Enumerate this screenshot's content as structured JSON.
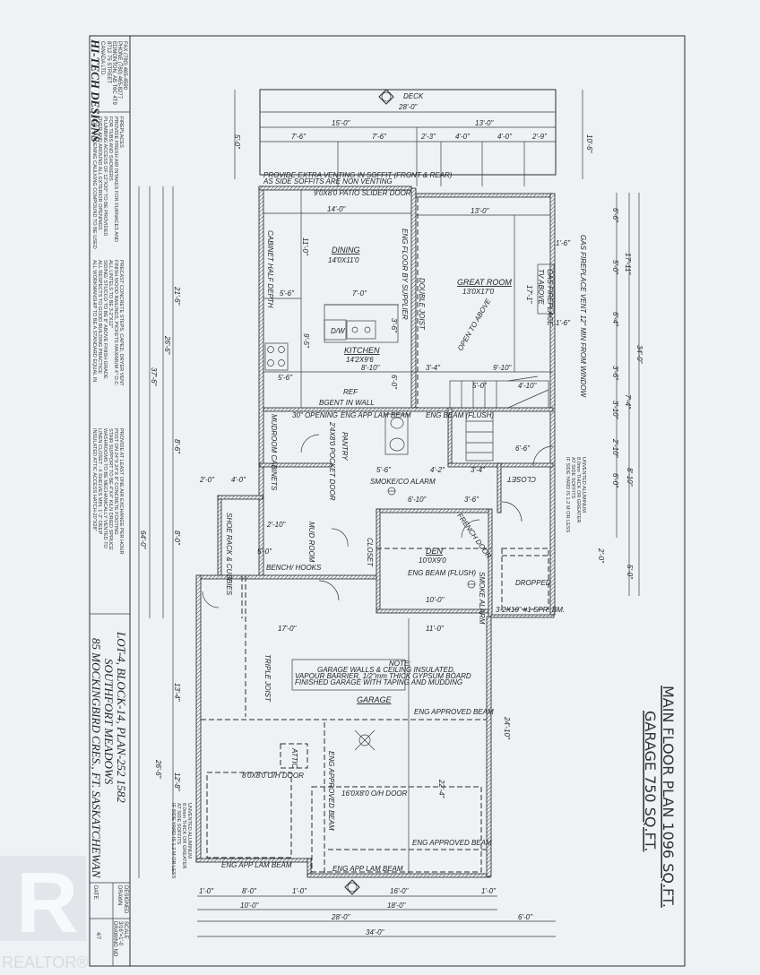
{
  "title_block": {
    "company": "HI-TECH DESIGNS",
    "company_suffix": "CANADA LTD.",
    "company_lines": [
      "8712 75 STREET",
      "EDMONTON, AB T6C 4T9",
      "PHONE (780) 465-8277",
      "FAX (780) 465-4590"
    ],
    "notes_group_1": [
      "NON HARDENING CAULKING COMPOUND TO BE USED",
      "OVER AND AROUND ALL EXTERIOR OPENINGS",
      "PLUMBING ACCESS OF 12\"X20\" TO BE PROVIDED",
      "FOR TUBS AND SHOWERS",
      "PROVIDE FRESH AIR INTAKES FOR FURNACES AND",
      "FIREPLACES"
    ],
    "notes_group_2": [
      "ALL WORKMANSHIP TO BE A STANDARD EQUAL IN",
      "ALL RESPECTS TO GOOD BUILDING PRACTICE",
      "SIDING/ STUCCO TO BE 8\" ABOVE FINISH GRADE",
      "ALL LINTELS TO BE 3-2\"X12\"",
      "FINISH WOOD RAILINGS, PICKETS MAXIMUM 4\" O.C.",
      "PRECAST CONCRETE STEPS, CAPED, DRYER VENT"
    ],
    "notes_group_3": [
      "INSULATED ATTIC ACCESS HATCH-20\"X28\"",
      "LINEN CLOSET - 4 SHELVES MIN. 1'-2\" DEEP",
      "WASHROOMS TO BE MECHANICALLY VENTED TO",
      "STAIR SUPPORT TO BE 4\"X4\" KILN DRIED SPRUCE",
      "POST ON 24\"X 24\"X 8\" CONCRETE FOOTING",
      "PROVIDE AT LEAST ONE AIR EXCHANGE PER HOUR"
    ],
    "lot_line_1": "LOT-4, BLOCK-14, PLAN-252 1582",
    "lot_line_2": "SOUTHFORT MEADOWS",
    "lot_line_3": "85 MOCKINGBIRD CRES., FT. SASKATCHEWAN",
    "designed_label": "DESIGNED",
    "drawn_label": "DRAWN",
    "date_label": "DATE",
    "scale_label": "SCALE",
    "scale_value": "3/16\"=1'-0",
    "drawing_no_label": "DRAWING NO",
    "drawing_no": "4/7"
  },
  "plan_title": {
    "line_1": "MAIN FLOOR PLAN 1096 SQ.FT.",
    "line_2": "GARAGE 750 SQ.FT."
  },
  "rooms": {
    "deck": "DECK",
    "deck_dim": "28'-0\"",
    "dining": "DINING",
    "dining_size": "14'0X11'0",
    "kitchen": "KITCHEN",
    "kitchen_size": "14'2X9'6",
    "great_room": "GREAT ROOM",
    "great_room_size": "13'0X17'0",
    "den": "DEN",
    "den_size": "10'0X9'0",
    "garage": "GARAGE",
    "mud_room": "MUD ROOM",
    "pantry": "PANTRY",
    "closet": "CLOSET",
    "closet_2": "CLOSET",
    "attic": "ATTIC"
  },
  "annotations": {
    "soffit_1": "PROVIDE EXTRA VENTING IN SOFFIT (FRONT & REAR)",
    "soffit_2": "AS SIDE SOFFITS ARE NON VENTING",
    "patio_door": "9'0X8'0 PATIO SLIDER DOOR",
    "cabinet": "CABINET HALF DEPTH",
    "eng_floor": "ENG FLOOR BY SUPPLIER",
    "double_joist": "DOUBLE JOIST",
    "open_to_above": "OPEN TO ABOVE",
    "tv_above": "TV ABOVE",
    "fireplace": "GAS FIREPLACE",
    "fireplace_note": "GAS FIREPLACE VENT 12\" MIN FROM WINDOW",
    "dw": "D/W",
    "ref": "REF",
    "vent": "BGENT IN WALL",
    "opening": "30\" OPENING",
    "pocket_door": "2'4X8'0 POCKET DOOR",
    "pantry_cabinets": "MUDROOM CABINETS",
    "eng_lam_beam": "ENG APP LAM BEAM",
    "eng_beam_flush": "ENG BEAM (FLUSH)",
    "eng_beam_flush_2": "ENG BEAM (FLUSH)",
    "smoke_alarm": "SMOKE/CO ALARM",
    "smoke_alarm_2": "SMOKE ALARM",
    "french_door": "FRENCH DOOR",
    "bench": "BENCH/ HOOKS",
    "shoe_rack": "SHOE RACK & CUBBIES",
    "dropped": "DROPPED",
    "spr_bm": "3-2X10\" #1 SPR. BM.",
    "triple_joist": "TRIPLE JOIST",
    "garage_note_title": "NOTE:",
    "garage_note_1": "GARAGE WALLS & CEILING INSULATED,",
    "garage_note_2": "VAPOUR BARRIER, 1/2\"mm THICK GYPSUM BOARD",
    "garage_note_3": "FINISHED GARAGE WITH TAPING AND MUDDING",
    "eng_approved_beam": "ENG APPROVED BEAM",
    "eng_approved_beam_2": "ENG APPROVED BEAM",
    "eng_approved_beam_v": "ENG APPROVED BEAM",
    "door_small": "8'0X8'0 O/H DOOR",
    "door_large": "16'0X8'0 O/H DOOR",
    "eng_app_lam_beam_1": "ENG APP LAM BEAM",
    "eng_app_lam_beam_2": "ENG APP LAM BEAM",
    "unvented_1": "UNVENTED ALUMINUM",
    "unvented_2": "8.0mm THICK OR GREATER",
    "unvented_3": "AT SIDE SOFFITS",
    "unvented_4": "IF SIDE YARD IS 1.2 M OR LESS"
  },
  "dimensions": {
    "top": [
      "15'-0\"",
      "13'-0\"",
      "7'-6\"",
      "7'-6\"",
      "2'-3\"",
      "4'-0\"",
      "4'-0\"",
      "2'-9\""
    ],
    "top_side": [
      "5'-0\"",
      "10'-6\""
    ],
    "interior": [
      "14'-0\"",
      "13'-0\"",
      "11'-0\"",
      "5'-6\"",
      "7'-0\"",
      "3'-6\"",
      "9'-5\"",
      "5'-6\"",
      "8'-10\"",
      "6'-0\"",
      "3'-4\"",
      "9'-10\"",
      "17'-1\"",
      "1'-6\"",
      "1'-6\"",
      "5'-0\"",
      "4'-10\"",
      "6'-6\"",
      "5'-6\"",
      "4'-2\"",
      "3'-4\"",
      "6'-10\"",
      "3'-6\"",
      "2'-0\"",
      "4'-0\"",
      "2'-10\"",
      "5'-0\"",
      "10'-0\"",
      "17'-0\"",
      "11'-0\"",
      "24'-10\"",
      "22'-4\""
    ],
    "right": [
      "6'-6\"",
      "5'-0\"",
      "6'-4\"",
      "3'-6\"",
      "3'-10\"",
      "2'-10\"",
      "6'-0\"",
      "17'-11\"",
      "7'-4\"",
      "8'-10\"",
      "34'-0\"",
      "2'-0\"",
      "5'-0\""
    ],
    "left": [
      "21'-6\"",
      "26'-6\"",
      "37'-6\"",
      "64'-0\"",
      "8'-6\"",
      "8'-0\"",
      "13'-4\"",
      "26'-6\"",
      "12'-8\""
    ],
    "bottom": [
      "1'-0\"",
      "8'-0\"",
      "1'-0\"",
      "16'-0\"",
      "1'-0\"",
      "10'-0\"",
      "18'-0\"",
      "28'-0\"",
      "6'-0\"",
      "34'-0\""
    ]
  },
  "watermark": {
    "logo_letter": "R",
    "logo_text": "REALTOR®"
  }
}
